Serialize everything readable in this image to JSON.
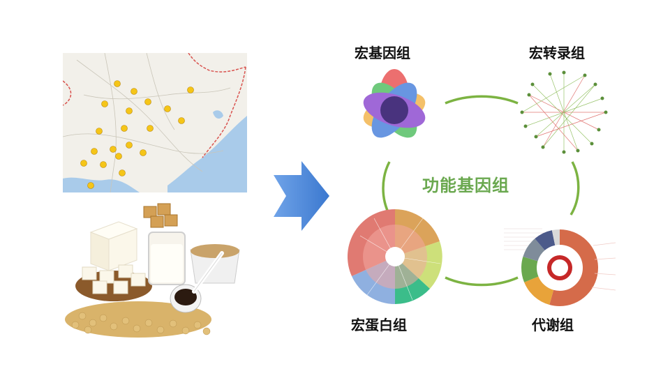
{
  "diagram": {
    "center_label": "功能基因组",
    "nodes": [
      {
        "id": "metagenome",
        "label": "宏基因组",
        "icon": "venn-diagram-icon"
      },
      {
        "id": "metatranscriptome",
        "label": "宏转录组",
        "icon": "network-graph-icon"
      },
      {
        "id": "metaproteome",
        "label": "宏蛋白组",
        "icon": "sunburst-chart-icon"
      },
      {
        "id": "metabolome",
        "label": "代谢组",
        "icon": "donut-chart-icon"
      }
    ],
    "left_images": [
      "map-with-sampling-sites",
      "soybean-products-photo"
    ],
    "colors": {
      "cycle_green": "#7cb342",
      "center_text": "#6aa84f",
      "arrow_blue": "#4a86d6",
      "map_sea": "#a9cbea",
      "map_land": "#f2f0ea",
      "map_border": "#d9534f",
      "site_marker": "#f5c518"
    }
  }
}
